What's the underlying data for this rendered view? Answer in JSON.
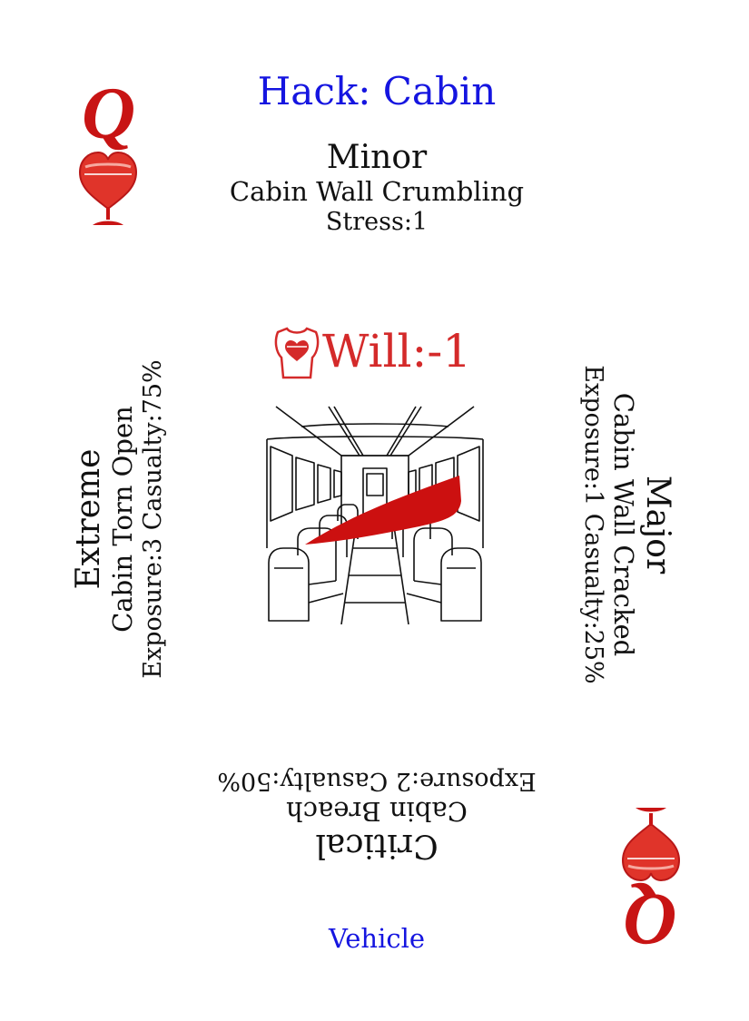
{
  "card": {
    "rank": "Q",
    "suit_icon": "heart-icon",
    "title": "Hack: Cabin",
    "footer": "Vehicle",
    "stat_icon": "torso-heart-icon",
    "stat": "Will:-1",
    "illustration": "train-cabin-interior-breach",
    "colors": {
      "rank": "#c81414",
      "heart": "#e0342a",
      "title": "#1515e0",
      "stat": "#d42a2a",
      "breach": "#cc1010"
    }
  },
  "severities": {
    "minor": {
      "name": "Minor",
      "desc": "Cabin Wall Crumbling",
      "stat": "Stress:1"
    },
    "major": {
      "name": "Major",
      "desc": "Cabin Wall Cracked",
      "stat": "Exposure:1 Casualty:25%"
    },
    "critical": {
      "name": "Critical",
      "desc": "Cabin Breach",
      "stat": "Exposure:2 Casualty:50%"
    },
    "extreme": {
      "name": "Extreme",
      "desc": "Cabin Torn Open",
      "stat": "Exposure:3 Casualty:75%"
    }
  }
}
